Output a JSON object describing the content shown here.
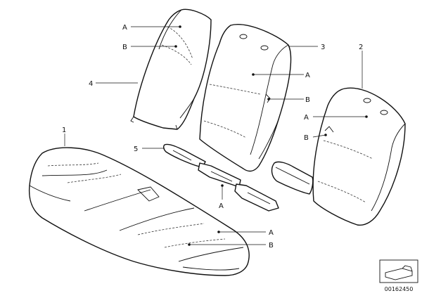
{
  "diagram": {
    "labels": {
      "p1": "1",
      "p2": "2",
      "p3": "3",
      "p4": "4",
      "p5": "5",
      "a_p4": "A",
      "b_p4": "B",
      "a_p3": "A",
      "b_p3": "B",
      "a_p2": "A",
      "b_p2": "B",
      "a_p5": "A",
      "a_p1": "A",
      "b_p1": "B"
    },
    "reference_number": "00162450"
  }
}
